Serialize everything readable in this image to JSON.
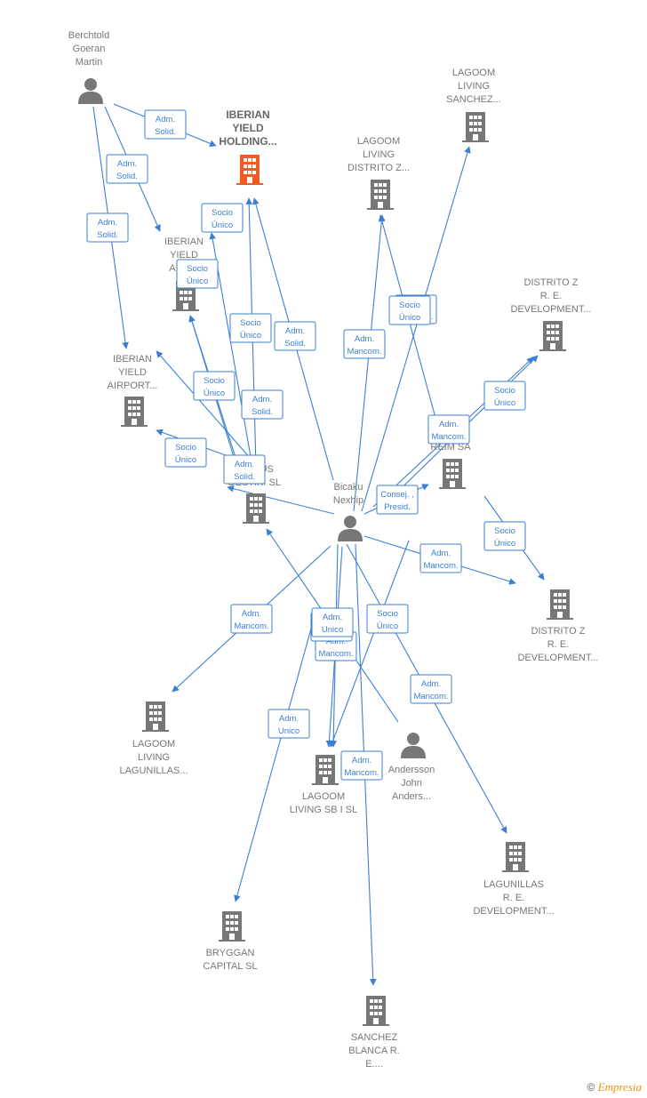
{
  "colors": {
    "edge": "#3a7fd5",
    "company": "#777777",
    "highlight": "#f15a24",
    "person": "#777777"
  },
  "nodes": [
    {
      "id": "berchtold",
      "type": "person",
      "icon": "person-icon",
      "label": [
        "Berchtold",
        "Goeran",
        "Martin"
      ]
    },
    {
      "id": "iberian_holding",
      "type": "company",
      "highlight": true,
      "icon": "building-icon",
      "label": [
        "IBERIAN",
        "YIELD",
        "HOLDING..."
      ]
    },
    {
      "id": "iberian_airp1",
      "type": "company",
      "icon": "building-icon",
      "label": [
        "IBERIAN",
        "YIELD",
        "AIRP..."
      ]
    },
    {
      "id": "iberian_airport2",
      "type": "company",
      "icon": "building-icon",
      "label": [
        "IBERIAN",
        "YIELD",
        "AIRPORT..."
      ]
    },
    {
      "id": "lagoom_sanchez",
      "type": "company",
      "icon": "building-icon",
      "label": [
        "LAGOOM",
        "LIVING",
        "SANCHEZ..."
      ]
    },
    {
      "id": "lagoom_distrito",
      "type": "company",
      "icon": "building-icon",
      "label": [
        "LAGOOM",
        "LIVING",
        "DISTRITO Z..."
      ]
    },
    {
      "id": "distrito_dev1",
      "type": "company",
      "icon": "building-icon",
      "label": [
        "DISTRITO Z",
        "R. E.",
        "DEVELOPMENT..."
      ]
    },
    {
      "id": "reim",
      "type": "company",
      "icon": "building-icon",
      "label": [
        "REIM SA"
      ]
    },
    {
      "id": "pactus",
      "type": "company",
      "icon": "building-icon",
      "label": [
        "PACTUS",
        "GESTIKI SL"
      ]
    },
    {
      "id": "bicaku",
      "type": "person",
      "icon": "person-icon",
      "label": [
        "Bicaku",
        "Nexhip"
      ]
    },
    {
      "id": "distrito_dev2",
      "type": "company",
      "icon": "building-icon",
      "label": [
        "DISTRITO Z",
        "R. E.",
        "DEVELOPMENT..."
      ]
    },
    {
      "id": "lagoom_lagunillas",
      "type": "company",
      "icon": "building-icon",
      "label": [
        "LAGOOM",
        "LIVING",
        "LAGUNILLAS..."
      ]
    },
    {
      "id": "lagoom_sb",
      "type": "company",
      "icon": "building-icon",
      "label": [
        "LAGOOM",
        "LIVING SB I SL"
      ]
    },
    {
      "id": "andersson",
      "type": "person",
      "icon": "person-icon",
      "label": [
        "Andersson",
        "John",
        "Anders..."
      ]
    },
    {
      "id": "lagunillas_dev",
      "type": "company",
      "icon": "building-icon",
      "label": [
        "LAGUNILLAS",
        "R. E.",
        "DEVELOPMENT..."
      ]
    },
    {
      "id": "bryggan",
      "type": "company",
      "icon": "building-icon",
      "label": [
        "BRYGGAN",
        "CAPITAL SL"
      ]
    },
    {
      "id": "sanchez_blanca",
      "type": "company",
      "icon": "building-icon",
      "label": [
        "SANCHEZ",
        "BLANCA R.",
        "E...."
      ]
    }
  ],
  "relations": [
    {
      "label": [
        "Adm.",
        "Solid."
      ]
    },
    {
      "label": [
        "Adm.",
        "Solid."
      ]
    },
    {
      "label": [
        "Adm.",
        "Solid."
      ]
    },
    {
      "label": [
        "Socio",
        "Único"
      ]
    },
    {
      "label": [
        "Socio",
        "Único"
      ]
    },
    {
      "label": [
        "Socio",
        "Único"
      ]
    },
    {
      "label": [
        "Adm.",
        "Solid."
      ]
    },
    {
      "label": [
        "Socio",
        "Único"
      ]
    },
    {
      "label": [
        "Adm.",
        "Solid."
      ]
    },
    {
      "label": [
        "Socio",
        "Único"
      ]
    },
    {
      "label": [
        "Adm.",
        "Solid."
      ]
    },
    {
      "label": [
        "Adm.",
        "Mancom."
      ]
    },
    {
      "label": [
        "Adm.",
        "Mancom."
      ]
    },
    {
      "label": [
        "Socio",
        "Único"
      ]
    },
    {
      "label": [
        "Socio",
        "Único"
      ]
    },
    {
      "label": [
        "Adm.",
        "Mancom."
      ]
    },
    {
      "label": [
        "Consej. ,",
        "Presid."
      ]
    },
    {
      "label": [
        "Socio",
        "Único"
      ]
    },
    {
      "label": [
        "Adm.",
        "Mancom."
      ]
    },
    {
      "label": [
        "Adm.",
        "Mancom."
      ]
    },
    {
      "label": [
        "Adm.",
        "Unico"
      ]
    },
    {
      "label": [
        "Adm.",
        "Mancom."
      ]
    },
    {
      "label": [
        "Socio",
        "Único"
      ]
    },
    {
      "label": [
        "Adm.",
        "Mancom."
      ]
    },
    {
      "label": [
        "Adm.",
        "Unico"
      ]
    },
    {
      "label": [
        "Adm.",
        "Mancom."
      ]
    }
  ],
  "footer": {
    "copyright": "©",
    "brand": "Empresia"
  }
}
